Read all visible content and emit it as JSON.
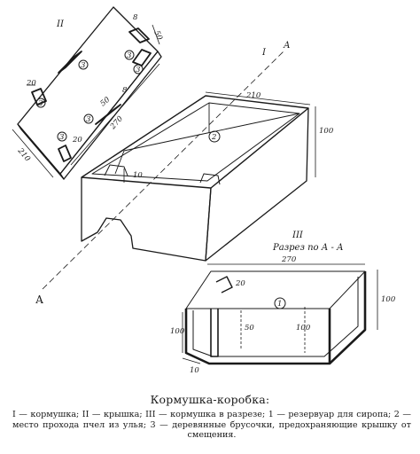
{
  "labels": {
    "part_I": "I",
    "part_II": "II",
    "part_III": "III",
    "section_mark": "А",
    "section_mark_2": "А",
    "section_title": "Разрез по А - А",
    "callout_1": "1",
    "callout_2": "2",
    "callout_3": "3"
  },
  "dimensions": {
    "lid_210_side": "210",
    "lid_270": "270",
    "lid_50_top": "50",
    "lid_50_mid": "50",
    "lid_8_top": "8",
    "lid_8_mid": "8",
    "lid_20_a": "20",
    "lid_20_b": "20",
    "box_210": "210",
    "box_100": "100",
    "box_10": "10",
    "sec_270": "270",
    "sec_20": "20",
    "sec_100_right": "100",
    "sec_100_left": "100",
    "sec_100_inner": "100",
    "sec_50": "50",
    "sec_10": "10"
  },
  "caption": {
    "title": "Кормушка-коробка:",
    "text": "I — кормушка; II — крышка; III — кормушка в разрезе; 1 — резервуар для сиропа; 2 — место прохода пчел из улья; 3 — деревянные брусочки, предохраняющие крышку от смещения."
  }
}
